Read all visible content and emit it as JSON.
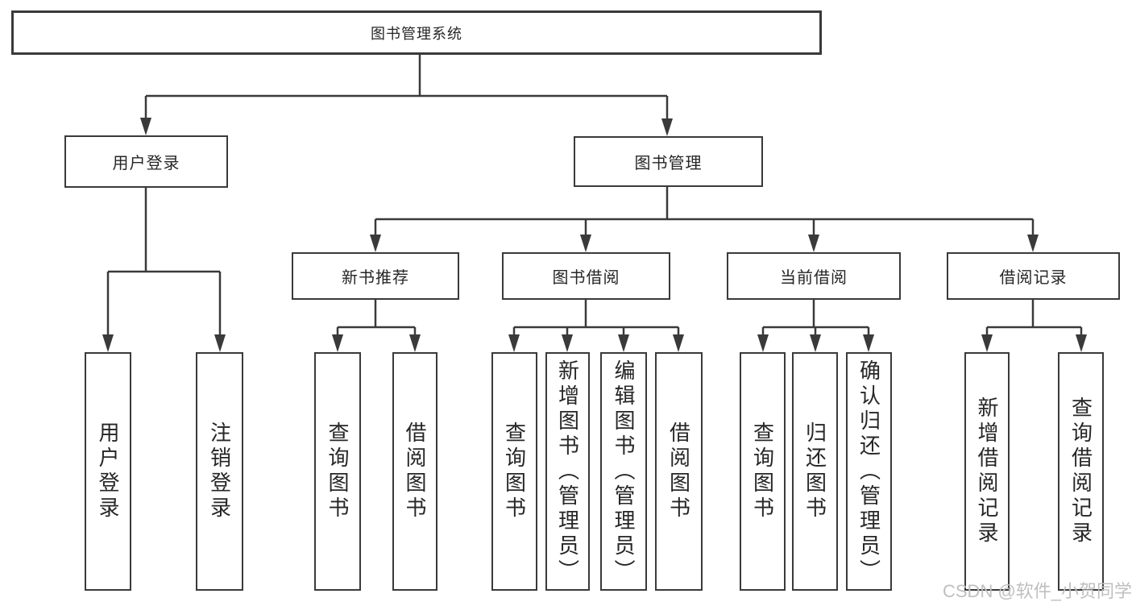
{
  "diagram": {
    "root": {
      "label": "图书管理系统"
    },
    "level2": [
      {
        "label": "用户登录"
      },
      {
        "label": "图书管理"
      }
    ],
    "level3": [
      {
        "label": "新书推荐"
      },
      {
        "label": "图书借阅"
      },
      {
        "label": "当前借阅"
      },
      {
        "label": "借阅记录"
      }
    ],
    "leaves": [
      {
        "label": "用户登录"
      },
      {
        "label": "注销登录"
      },
      {
        "label": "查询图书"
      },
      {
        "label": "借阅图书"
      },
      {
        "label": "查询图书"
      },
      {
        "label": "新增图书（管理员）"
      },
      {
        "label": "编辑图书（管理员）"
      },
      {
        "label": "借阅图书"
      },
      {
        "label": "查询图书"
      },
      {
        "label": "归还图书"
      },
      {
        "label": "确认归还（管理员）"
      },
      {
        "label": "新增借阅记录"
      },
      {
        "label": "查询借阅记录"
      }
    ]
  },
  "watermark": {
    "text": "CSDN @软件_小贺同学"
  },
  "colors": {
    "line": "#3a3a3a",
    "text": "#262626",
    "background": "#ffffff",
    "watermark": "#bfbfbf"
  }
}
